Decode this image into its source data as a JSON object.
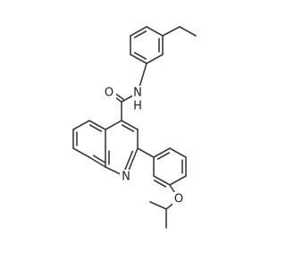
{
  "atom_labels": {
    "amide_oxygen": "O",
    "amide_nh": "N",
    "amide_h": "H",
    "quinoline_nitrogen": "N",
    "ether_oxygen": "O"
  },
  "colors": {
    "bond": "#3a3a3a",
    "label": "#222222",
    "background": "#ffffff"
  }
}
